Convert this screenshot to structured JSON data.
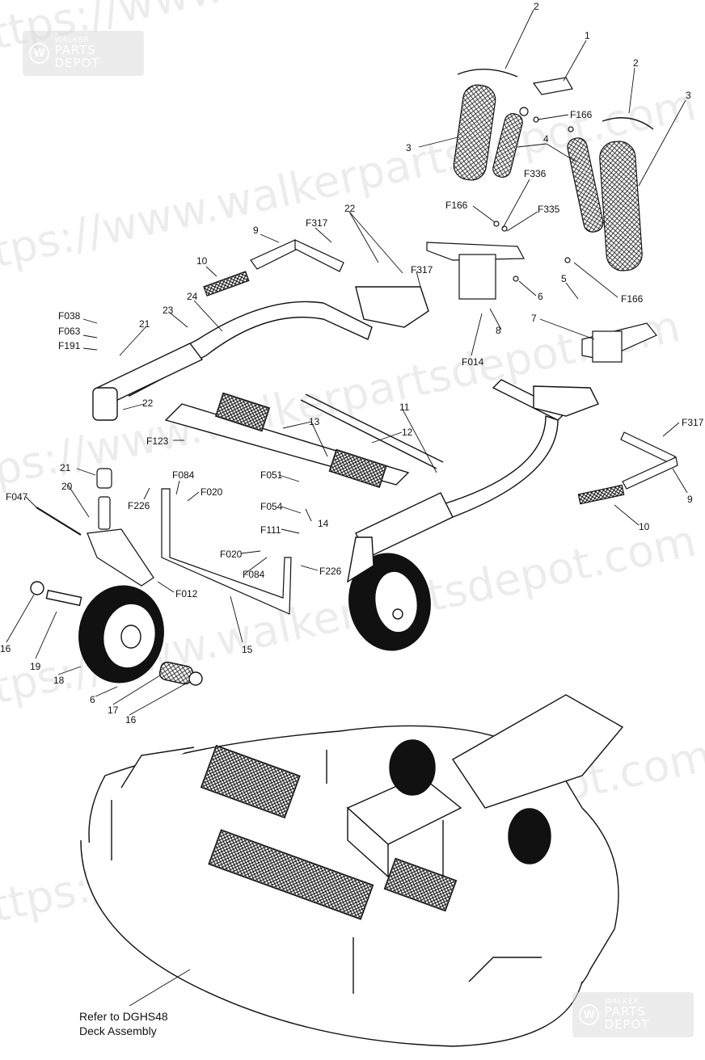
{
  "watermark": {
    "text": "https://www.walkerpartsdepot.com",
    "logo_small": "WALKER",
    "logo_big": "PARTS DEPOT"
  },
  "callouts": {
    "c1": "1",
    "c2a": "2",
    "c2b": "2",
    "c3a": "3",
    "c3b": "3",
    "c4": "4",
    "c5": "5",
    "c6a": "6",
    "c6b": "6",
    "c7": "7",
    "c8": "8",
    "c9a": "9",
    "c9b": "9",
    "c10a": "10",
    "c10b": "10",
    "c11": "11",
    "c12": "12",
    "c13": "13",
    "c14": "14",
    "c15": "15",
    "c16a": "16",
    "c16b": "16",
    "c17": "17",
    "c18": "18",
    "c19": "19",
    "c20": "20",
    "c21a": "21",
    "c21b": "21",
    "c22a": "22",
    "c22b": "22",
    "c23": "23",
    "c24": "24",
    "f166a": "F166",
    "f166b": "F166",
    "f166c": "F166",
    "f336": "F336",
    "f335": "F335",
    "f317a": "F317",
    "f317b": "F317",
    "f317c": "F317",
    "f014": "F014",
    "f038": "F038",
    "f063": "F063",
    "f191": "F191",
    "f123": "F123",
    "f047": "F047",
    "f226a": "F226",
    "f226b": "F226",
    "f084a": "F084",
    "f084b": "F084",
    "f020a": "F020",
    "f020b": "F020",
    "f051": "F051",
    "f054": "F054",
    "f111": "F111",
    "f012": "F012"
  },
  "reference": {
    "line1": "Refer to DGHS48",
    "line2": "Deck Assembly"
  }
}
